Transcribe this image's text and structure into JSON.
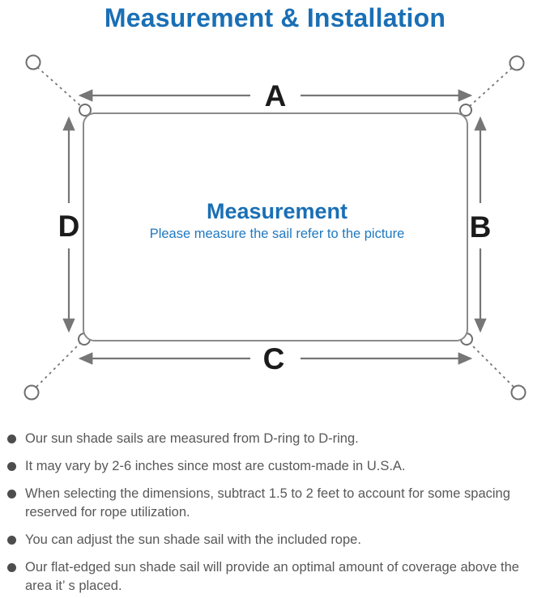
{
  "title": "Measurement & Installation",
  "diagram": {
    "center_heading": "Measurement",
    "center_subheading": "Please measure the sail refer to the picture",
    "side_labels": {
      "top": "A",
      "right": "B",
      "bottom": "C",
      "left": "D"
    }
  },
  "bullets": [
    "Our sun shade sails are measured from D-ring to D-ring.",
    "It may vary by 2-6 inches since most are custom-made in U.S.A.",
    "When selecting the dimensions, subtract 1.5 to 2 feet to account for some spacing reserved for rope utilization.",
    "You can adjust the sun shade sail with the included rope.",
    "Our flat-edged sun shade sail will provide an optimal amount of coverage above the area it’ s placed."
  ],
  "colors": {
    "accent_blue": "#1a6fb5",
    "subheading_blue": "#1f78c0",
    "line_gray": "#767676",
    "outline_gray": "#8a8a8a",
    "text_gray": "#585858",
    "label_black": "#1b1b1b"
  }
}
